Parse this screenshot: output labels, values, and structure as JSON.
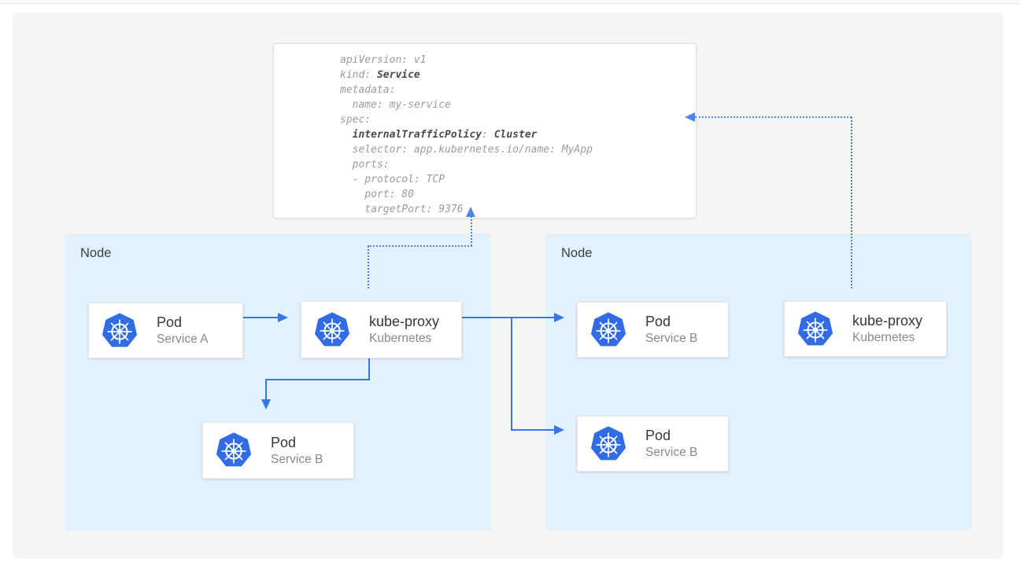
{
  "colors": {
    "k8s_blue": "#326ce5",
    "arrow_solid": "#3b76e4",
    "arrow_dotted": "#4f84ec",
    "node_bg": "#e3f1fd",
    "panel_bg": "#f5f5f6",
    "yaml_regular_text": "#9b9b9b",
    "yaml_bold_text": "#4a4a4a"
  },
  "yaml_card": {
    "lines": [
      [
        {
          "t": "apiVersion: v1",
          "b": false
        }
      ],
      [
        {
          "t": "kind: ",
          "b": false
        },
        {
          "t": "Service",
          "b": true
        }
      ],
      [
        {
          "t": "metadata:",
          "b": false
        }
      ],
      [
        {
          "t": "  name: my-service",
          "b": false
        }
      ],
      [
        {
          "t": "spec:",
          "b": false
        }
      ],
      [
        {
          "t": "  ",
          "b": false
        },
        {
          "t": "internalTrafficPolicy",
          "b": true
        },
        {
          "t": ": ",
          "b": false
        },
        {
          "t": "Cluster",
          "b": true
        }
      ],
      [
        {
          "t": "  selector: app.kubernetes.io/name: MyApp",
          "b": false
        }
      ],
      [
        {
          "t": "  ports:",
          "b": false
        }
      ],
      [
        {
          "t": "  - protocol: TCP",
          "b": false
        }
      ],
      [
        {
          "t": "    port: 80",
          "b": false
        }
      ],
      [
        {
          "t": "    targetPort: 9376",
          "b": false
        }
      ]
    ]
  },
  "nodes": {
    "left": {
      "label": "Node"
    },
    "right": {
      "label": "Node"
    }
  },
  "cards": {
    "pod_a": {
      "title": "Pod",
      "subtitle": "Service A",
      "icon": "kubernetes"
    },
    "kube_proxy_left": {
      "title": "kube-proxy",
      "subtitle": "Kubernetes",
      "icon": "kubernetes"
    },
    "pod_b_left": {
      "title": "Pod",
      "subtitle": "Service B",
      "icon": "kubernetes"
    },
    "pod_b_right_top": {
      "title": "Pod",
      "subtitle": "Service B",
      "icon": "kubernetes"
    },
    "pod_b_right_bottom": {
      "title": "Pod",
      "subtitle": "Service B",
      "icon": "kubernetes"
    },
    "kube_proxy_right": {
      "title": "kube-proxy",
      "subtitle": "Kubernetes",
      "icon": "kubernetes"
    }
  }
}
